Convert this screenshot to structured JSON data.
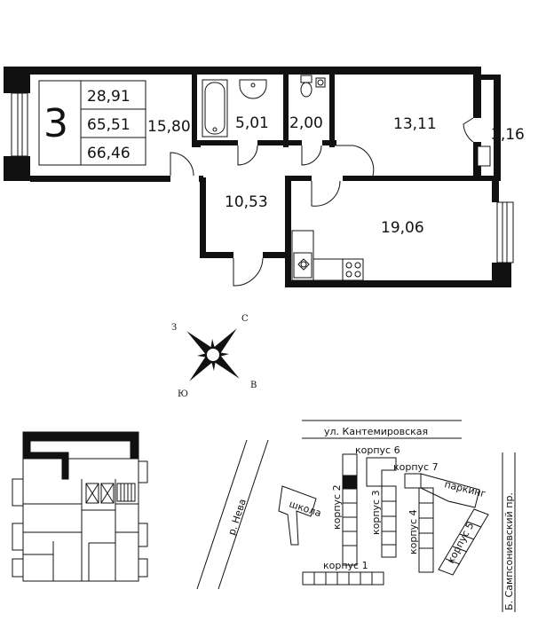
{
  "plan": {
    "room_count": "3",
    "living_area": "28,91",
    "total_area": "65,51",
    "total_area_with_balcony": "66,46",
    "rooms": {
      "bedroom_left": "15,80",
      "bathroom": "5,01",
      "toilet": "2,00",
      "bedroom_right": "13,11",
      "balcony": "3,16",
      "hall": "10,53",
      "kitchen_living": "19,06"
    }
  },
  "compass": {
    "north": "С",
    "east": "В",
    "south": "Ю",
    "west": "З"
  },
  "site_map": {
    "street_top": "ул. Кантемировская",
    "river": "р. Нева",
    "avenue": "Б. Сампсониевский пр.",
    "school": "школа",
    "parking": "паркинг",
    "buildings": {
      "k1": "корпус 1",
      "k2": "корпус 2",
      "k3": "корпус 3",
      "k4": "корпус 4",
      "k5": "корпус 5",
      "k6": "корпус 6",
      "k7": "корпус 7"
    }
  }
}
